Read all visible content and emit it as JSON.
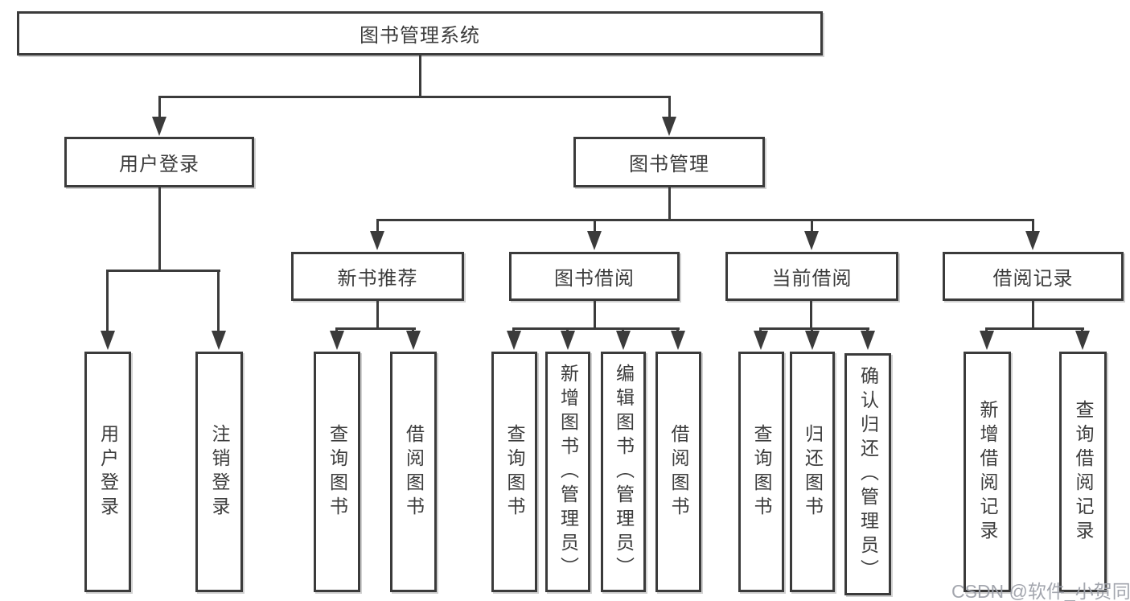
{
  "diagram": {
    "type": "hierarchy-tree",
    "root": {
      "label": "图书管理系统",
      "children": [
        {
          "label": "用户登录",
          "children": [
            {
              "label": "用户登录"
            },
            {
              "label": "注销登录"
            }
          ]
        },
        {
          "label": "图书管理",
          "children": [
            {
              "label": "新书推荐",
              "children": [
                {
                  "label": "查询图书"
                },
                {
                  "label": "借阅图书"
                }
              ]
            },
            {
              "label": "图书借阅",
              "children": [
                {
                  "label": "查询图书"
                },
                {
                  "label": "新增图书（管理员）"
                },
                {
                  "label": "编辑图书（管理员）"
                },
                {
                  "label": "借阅图书"
                }
              ]
            },
            {
              "label": "当前借阅",
              "children": [
                {
                  "label": "查询图书"
                },
                {
                  "label": "归还图书"
                },
                {
                  "label": "确认归还（管理员）"
                }
              ]
            },
            {
              "label": "借阅记录",
              "children": [
                {
                  "label": "新增借阅记录"
                },
                {
                  "label": "查询借阅记录"
                }
              ]
            }
          ]
        }
      ]
    },
    "watermark": "CSDN @软件_小贺同学",
    "colors": {
      "line": "#3b3b3b",
      "text": "#3c3c3c",
      "box_fill": "#ffffff",
      "watermark": "#9ea1aa",
      "background": "#ffffff"
    }
  }
}
